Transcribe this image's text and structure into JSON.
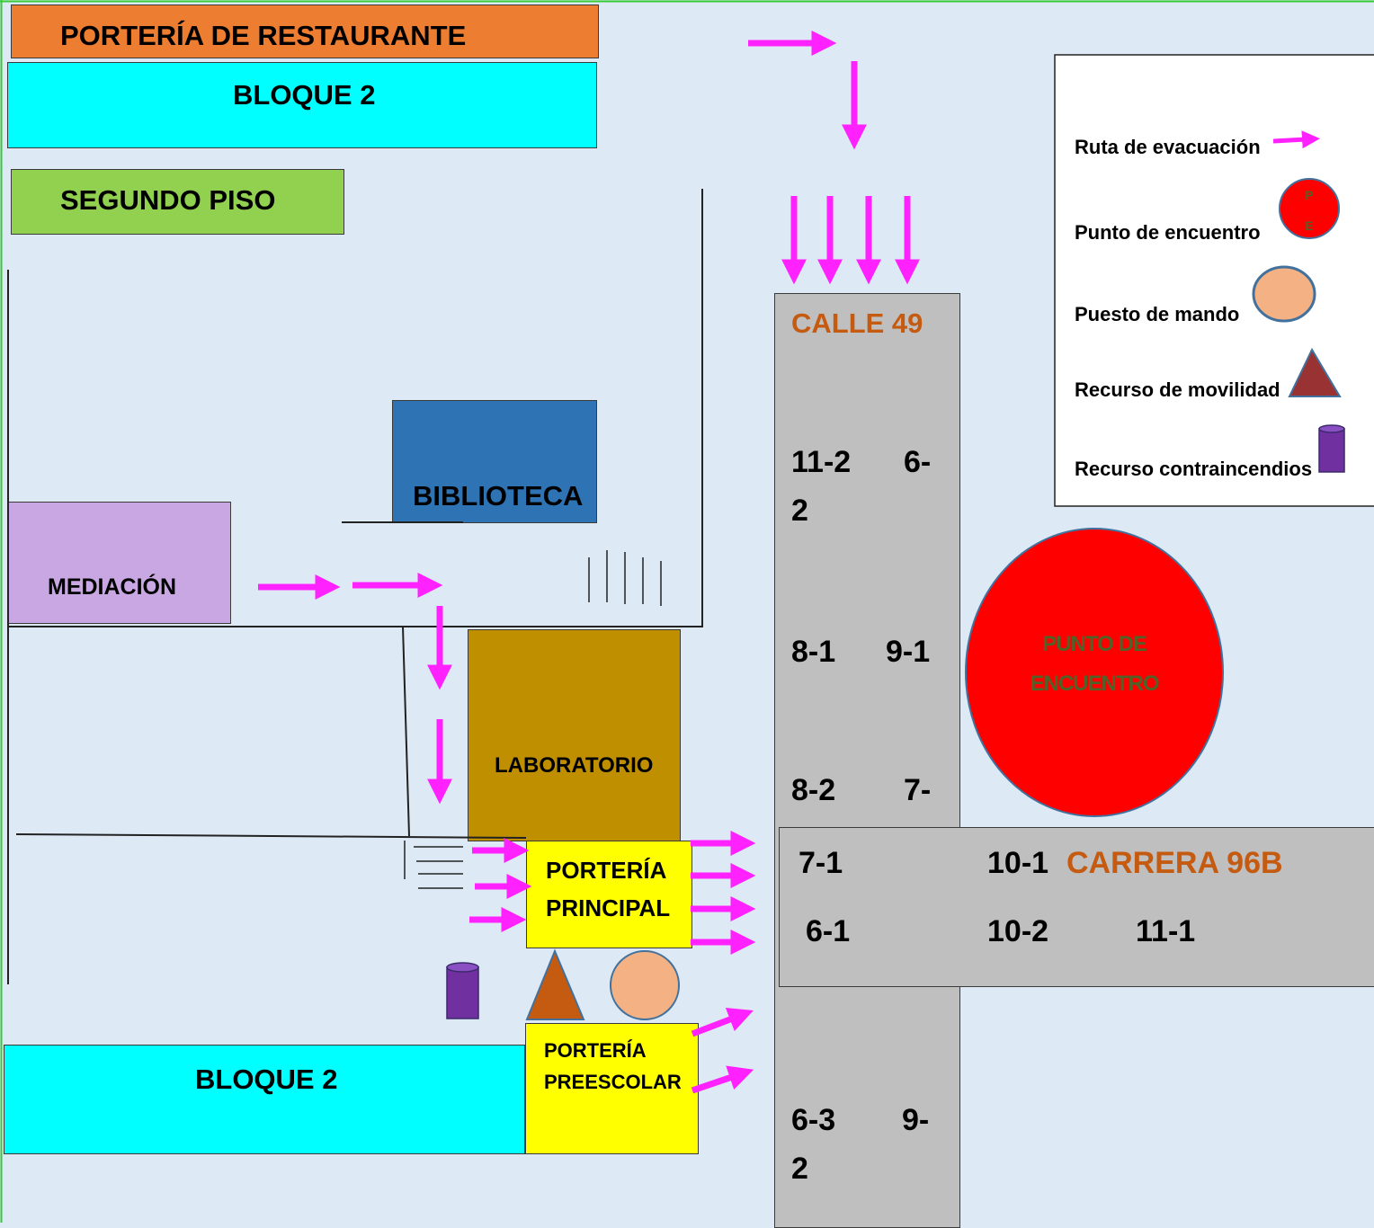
{
  "colors": {
    "background": "#dde9f5",
    "arrow": "#ff22ff",
    "restaurante": "#ed7d31",
    "bloque": "#00ffff",
    "segundo_piso": "#92d050",
    "biblioteca": "#2e74b5",
    "mediacion": "#c9a7e3",
    "laboratorio": "#bf8f00",
    "porteria": "#ffff00",
    "road": "#bfbfbf",
    "street_name": "#c55a11",
    "meeting_point": "#ff0000",
    "meeting_text": "#4f6228",
    "command_post": "#f4b183",
    "mobility": "#c55a11",
    "fire_resource": "#7030a0"
  },
  "buildings": {
    "porteria_restaurante": "PORTERÍA DE RESTAURANTE",
    "bloque_2_top": "BLOQUE 2",
    "segundo_piso": "SEGUNDO PISO",
    "biblioteca": "BIBLIOTECA",
    "mediacion": "MEDIACIÓN",
    "laboratorio": "LABORATORIO",
    "porteria_principal_1": "PORTERÍA",
    "porteria_principal_2": "PRINCIPAL",
    "bloque_2_bottom": "BLOQUE 2",
    "porteria_preescolar_1": "PORTERÍA",
    "porteria_preescolar_2": "PREESCOLAR"
  },
  "streets": {
    "calle": "CALLE 49",
    "carrera": "CARRERA 96B"
  },
  "group_labels": {
    "calle_a1": "11-2",
    "calle_a2": "6-",
    "calle_a3": "2",
    "calle_b1": "8-1",
    "calle_b2": "9-1",
    "calle_c1": "8-2",
    "calle_c2": "7-",
    "carrera_r1_1": "7-1",
    "carrera_r1_2": "10-1",
    "carrera_r2_1": "6-1",
    "carrera_r2_2": "10-2",
    "carrera_r2_3": "11-1",
    "calle_d1": "6-3",
    "calle_d2": "9-",
    "calle_d3": "2"
  },
  "meeting_point": {
    "line1": "PUNTO DE",
    "line2": "ENCUENTRO"
  },
  "legend": {
    "route": "Ruta de evacuación",
    "meeting": "Punto de encuentro",
    "meeting_icon_top": "P",
    "meeting_icon_bottom": "E",
    "command": "Puesto de mando",
    "mobility": "Recurso de movilidad",
    "fire": "Recurso contraincendios",
    "route_icon": "arrow-icon",
    "meeting_icon": "red-circle-icon",
    "command_icon": "orange-circle-icon",
    "mobility_icon": "triangle-icon",
    "fire_icon": "cylinder-icon"
  }
}
